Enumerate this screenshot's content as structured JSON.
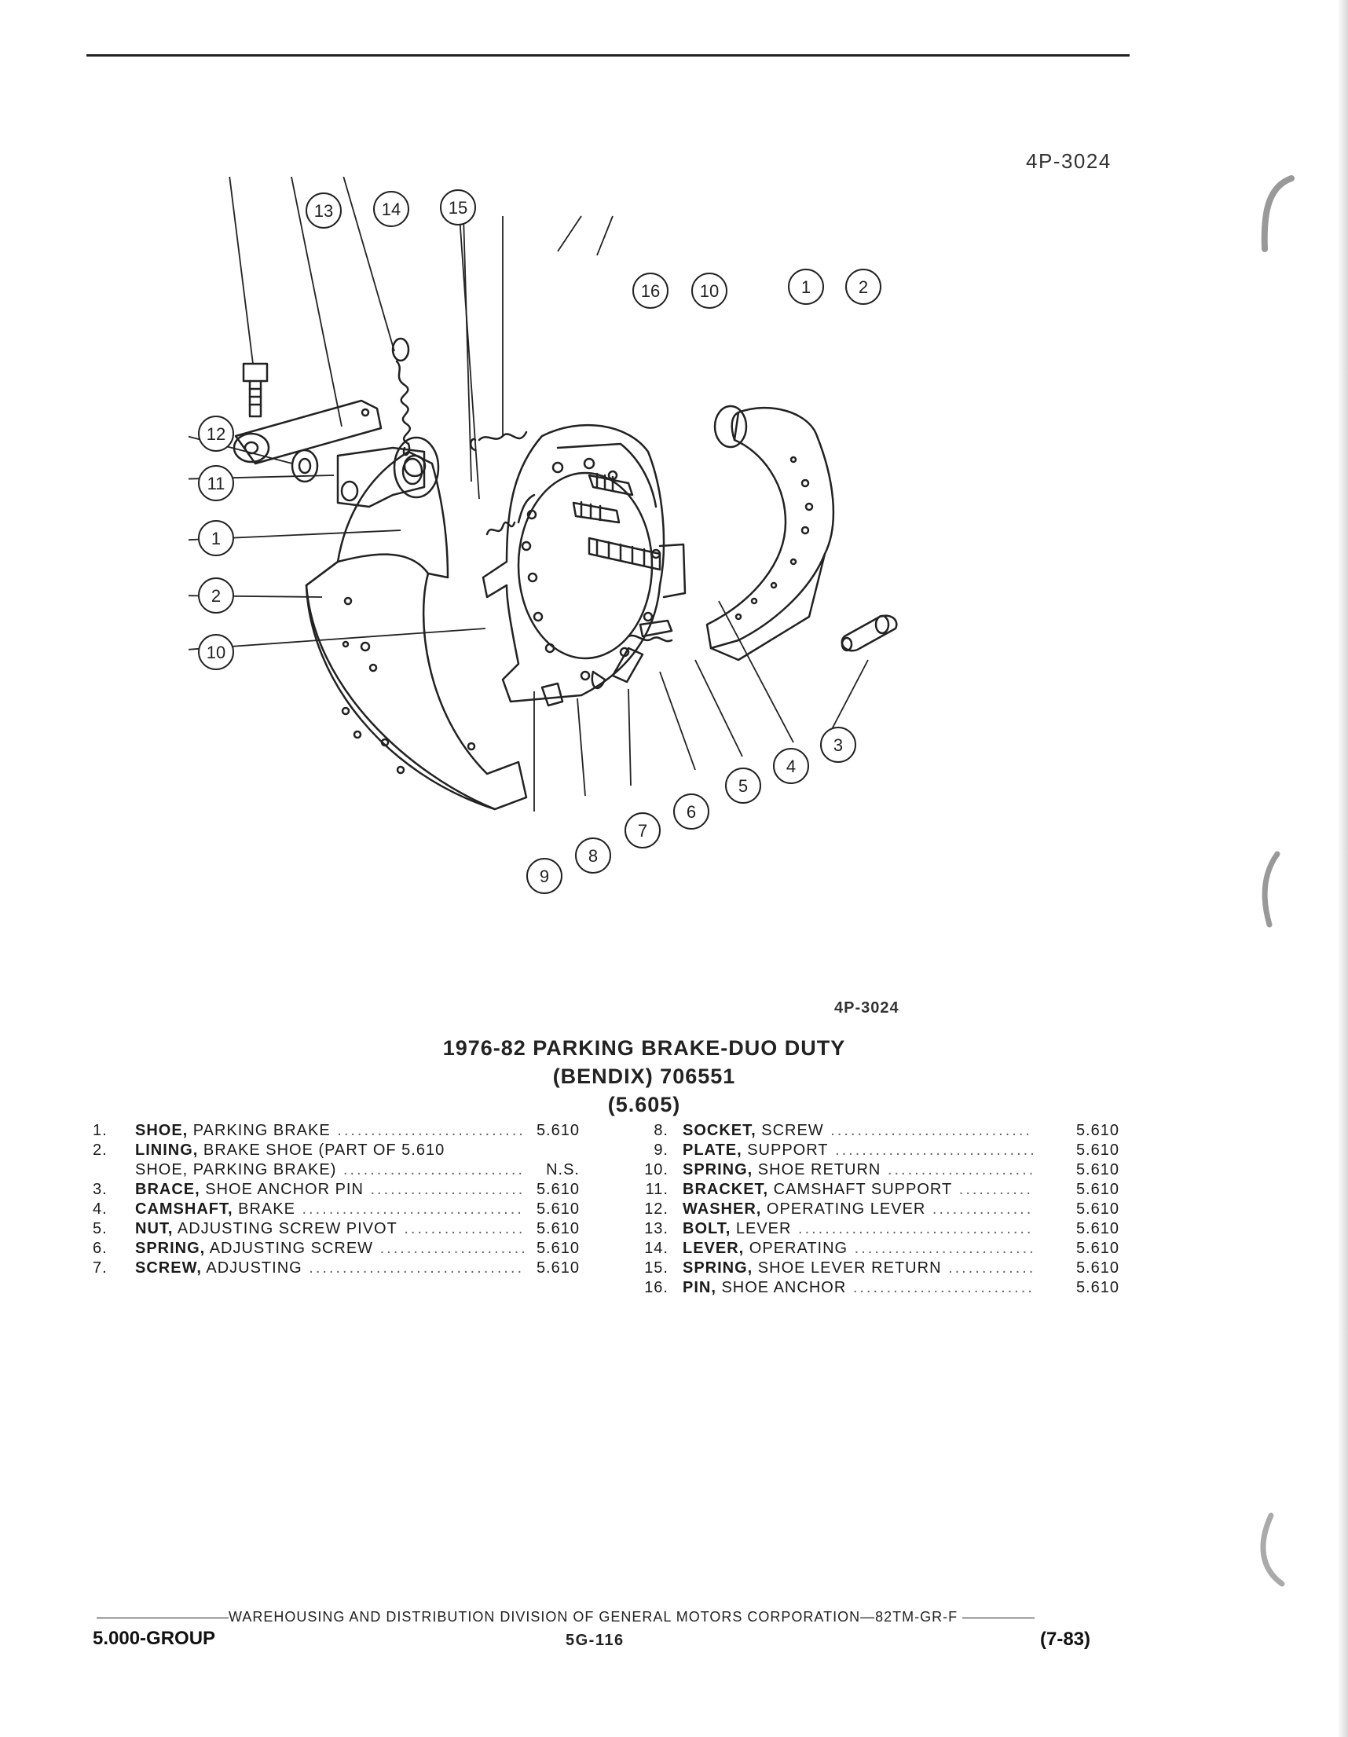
{
  "figure_code_top": "4P-3024",
  "figure_code_bottom": "4P-3024",
  "title": {
    "line1": "1976-82 PARKING BRAKE-DUO DUTY",
    "line2": "(BENDIX) 706551",
    "line3": "(5.605)"
  },
  "callouts": [
    "1",
    "2",
    "3",
    "4",
    "5",
    "6",
    "7",
    "8",
    "9",
    "10",
    "11",
    "12",
    "13",
    "14",
    "15",
    "16"
  ],
  "parts_left": [
    {
      "num": "1.",
      "name": "SHOE,",
      "desc": "PARKING BRAKE",
      "group": "5.610"
    },
    {
      "num": "2.",
      "name": "LINING,",
      "desc": "BRAKE SHOE (PART OF 5.610",
      "group": ""
    },
    {
      "num": "",
      "name": "",
      "desc": "SHOE, PARKING BRAKE)",
      "group": "N.S."
    },
    {
      "num": "3.",
      "name": "BRACE,",
      "desc": "SHOE ANCHOR PIN",
      "group": "5.610"
    },
    {
      "num": "4.",
      "name": "CAMSHAFT,",
      "desc": "BRAKE",
      "group": "5.610"
    },
    {
      "num": "5.",
      "name": "NUT,",
      "desc": "ADJUSTING SCREW PIVOT",
      "group": "5.610"
    },
    {
      "num": "6.",
      "name": "SPRING,",
      "desc": "ADJUSTING SCREW",
      "group": "5.610"
    },
    {
      "num": "7.",
      "name": "SCREW,",
      "desc": "ADJUSTING",
      "group": "5.610"
    }
  ],
  "parts_right": [
    {
      "num": "8.",
      "name": "SOCKET,",
      "desc": "SCREW",
      "group": "5.610"
    },
    {
      "num": "9.",
      "name": "PLATE,",
      "desc": "SUPPORT",
      "group": "5.610"
    },
    {
      "num": "10.",
      "name": "SPRING,",
      "desc": "SHOE RETURN",
      "group": "5.610"
    },
    {
      "num": "11.",
      "name": "BRACKET,",
      "desc": "CAMSHAFT SUPPORT",
      "group": "5.610"
    },
    {
      "num": "12.",
      "name": "WASHER,",
      "desc": "OPERATING LEVER",
      "group": "5.610"
    },
    {
      "num": "13.",
      "name": "BOLT,",
      "desc": "LEVER",
      "group": "5.610"
    },
    {
      "num": "14.",
      "name": "LEVER,",
      "desc": "OPERATING",
      "group": "5.610"
    },
    {
      "num": "15.",
      "name": "SPRING,",
      "desc": "SHOE LEVER RETURN",
      "group": "5.610"
    },
    {
      "num": "16.",
      "name": "PIN,",
      "desc": "SHOE ANCHOR",
      "group": "5.610"
    }
  ],
  "footer": {
    "org_line": "WAREHOUSING AND DISTRIBUTION DIVISION OF GENERAL MOTORS CORPORATION—82TM-GR-F",
    "group": "5.000-GROUP",
    "page": "5G-116",
    "date": "(7-83)"
  }
}
